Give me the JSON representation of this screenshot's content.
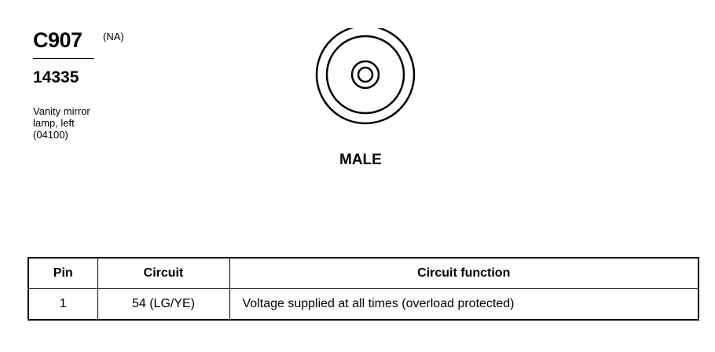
{
  "connector": {
    "id": "C907",
    "region": "(NA)",
    "part_number": "14335",
    "description_lines": [
      "Vanity mirror",
      "lamp, left",
      "(04100)"
    ],
    "gender": "MALE"
  },
  "table": {
    "headers": [
      "Pin",
      "Circuit",
      "Circuit function"
    ],
    "rows": [
      {
        "pin": "1",
        "circuit": "54 (LG/YE)",
        "function": "Voltage supplied at all times (overload protected)"
      }
    ]
  }
}
